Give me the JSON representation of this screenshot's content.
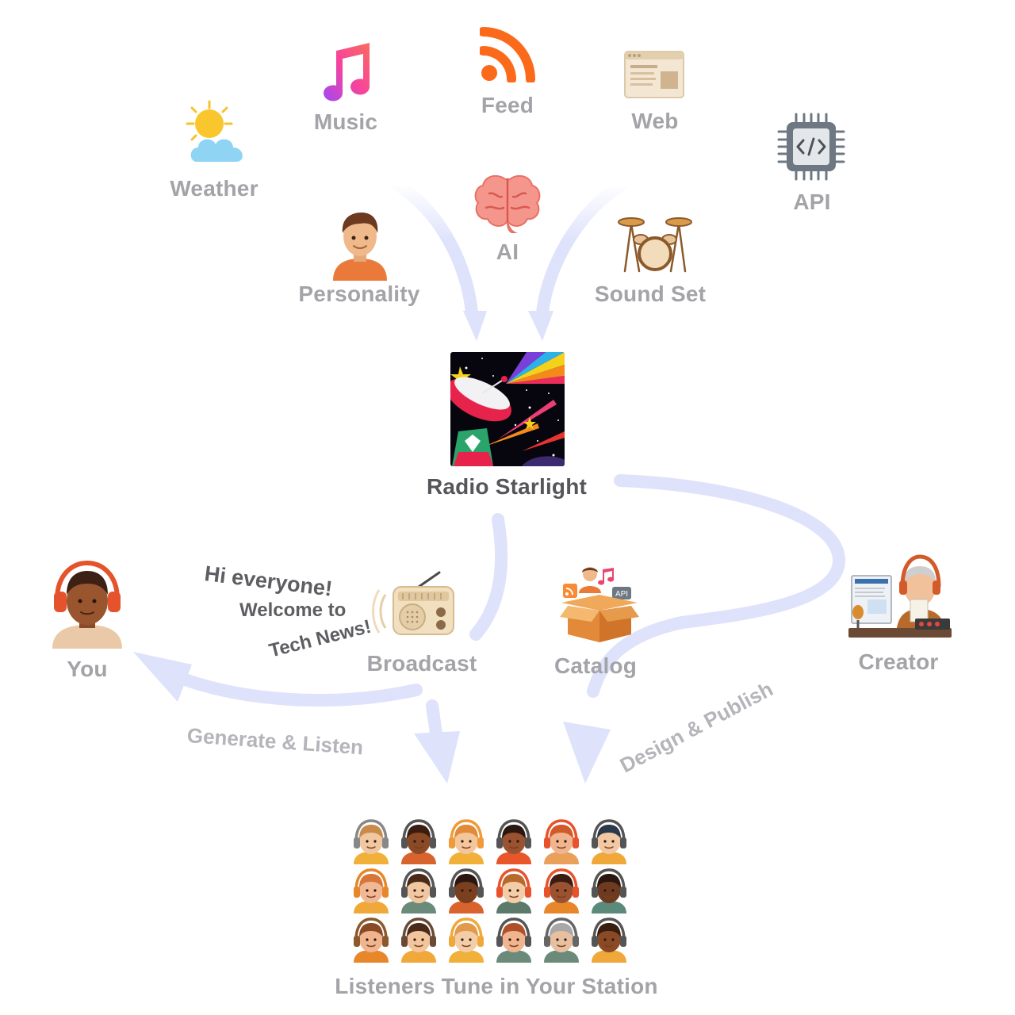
{
  "center": {
    "label": "Radio Starlight"
  },
  "sources": {
    "weather": "Weather",
    "music": "Music",
    "feed": "Feed",
    "web": "Web",
    "api": "API",
    "ai": "AI",
    "personality": "Personality",
    "sound_set": "Sound Set"
  },
  "outputs": {
    "you": "You",
    "broadcast": "Broadcast",
    "catalog": "Catalog",
    "creator": "Creator"
  },
  "speech_bubble": [
    "Hi everyone!",
    "Welcome to",
    "Tech News!"
  ],
  "flows": {
    "generate_listen": "Generate & Listen",
    "design_publish": "Design & Publish"
  },
  "listeners": {
    "caption": "Listeners Tune in Your Station"
  },
  "catalog_badge": "API",
  "colors": {
    "arrow": "#dee2fb",
    "label": "#a3a3a8",
    "center_label": "#55555a"
  }
}
